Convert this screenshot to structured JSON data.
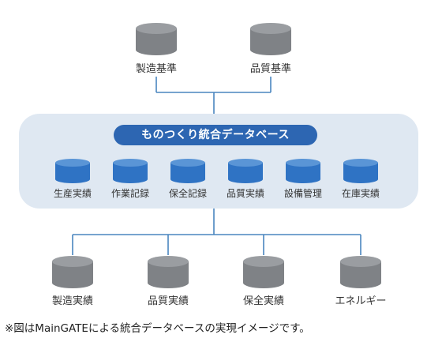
{
  "top_sources": [
    {
      "label": "製造基準"
    },
    {
      "label": "品質基準"
    }
  ],
  "integrated_db": {
    "title": "ものつくり統合データベース",
    "items": [
      {
        "label": "生産実績"
      },
      {
        "label": "作業記録"
      },
      {
        "label": "保全記録"
      },
      {
        "label": "品質実績"
      },
      {
        "label": "設備管理"
      },
      {
        "label": "在庫実績"
      }
    ]
  },
  "bottom_sources": [
    {
      "label": "製造実績"
    },
    {
      "label": "品質実績"
    },
    {
      "label": "保全実績"
    },
    {
      "label": "エネルギー"
    }
  ],
  "footnote": "※図はMainGATEによる統合データベースの実現イメージです。",
  "colors": {
    "gray_db": "#7f8286",
    "blue_db": "#2f73c4",
    "panel_bg": "#dfe8f2",
    "banner_bg": "#2d66b2",
    "connector": "#4a86bf"
  }
}
